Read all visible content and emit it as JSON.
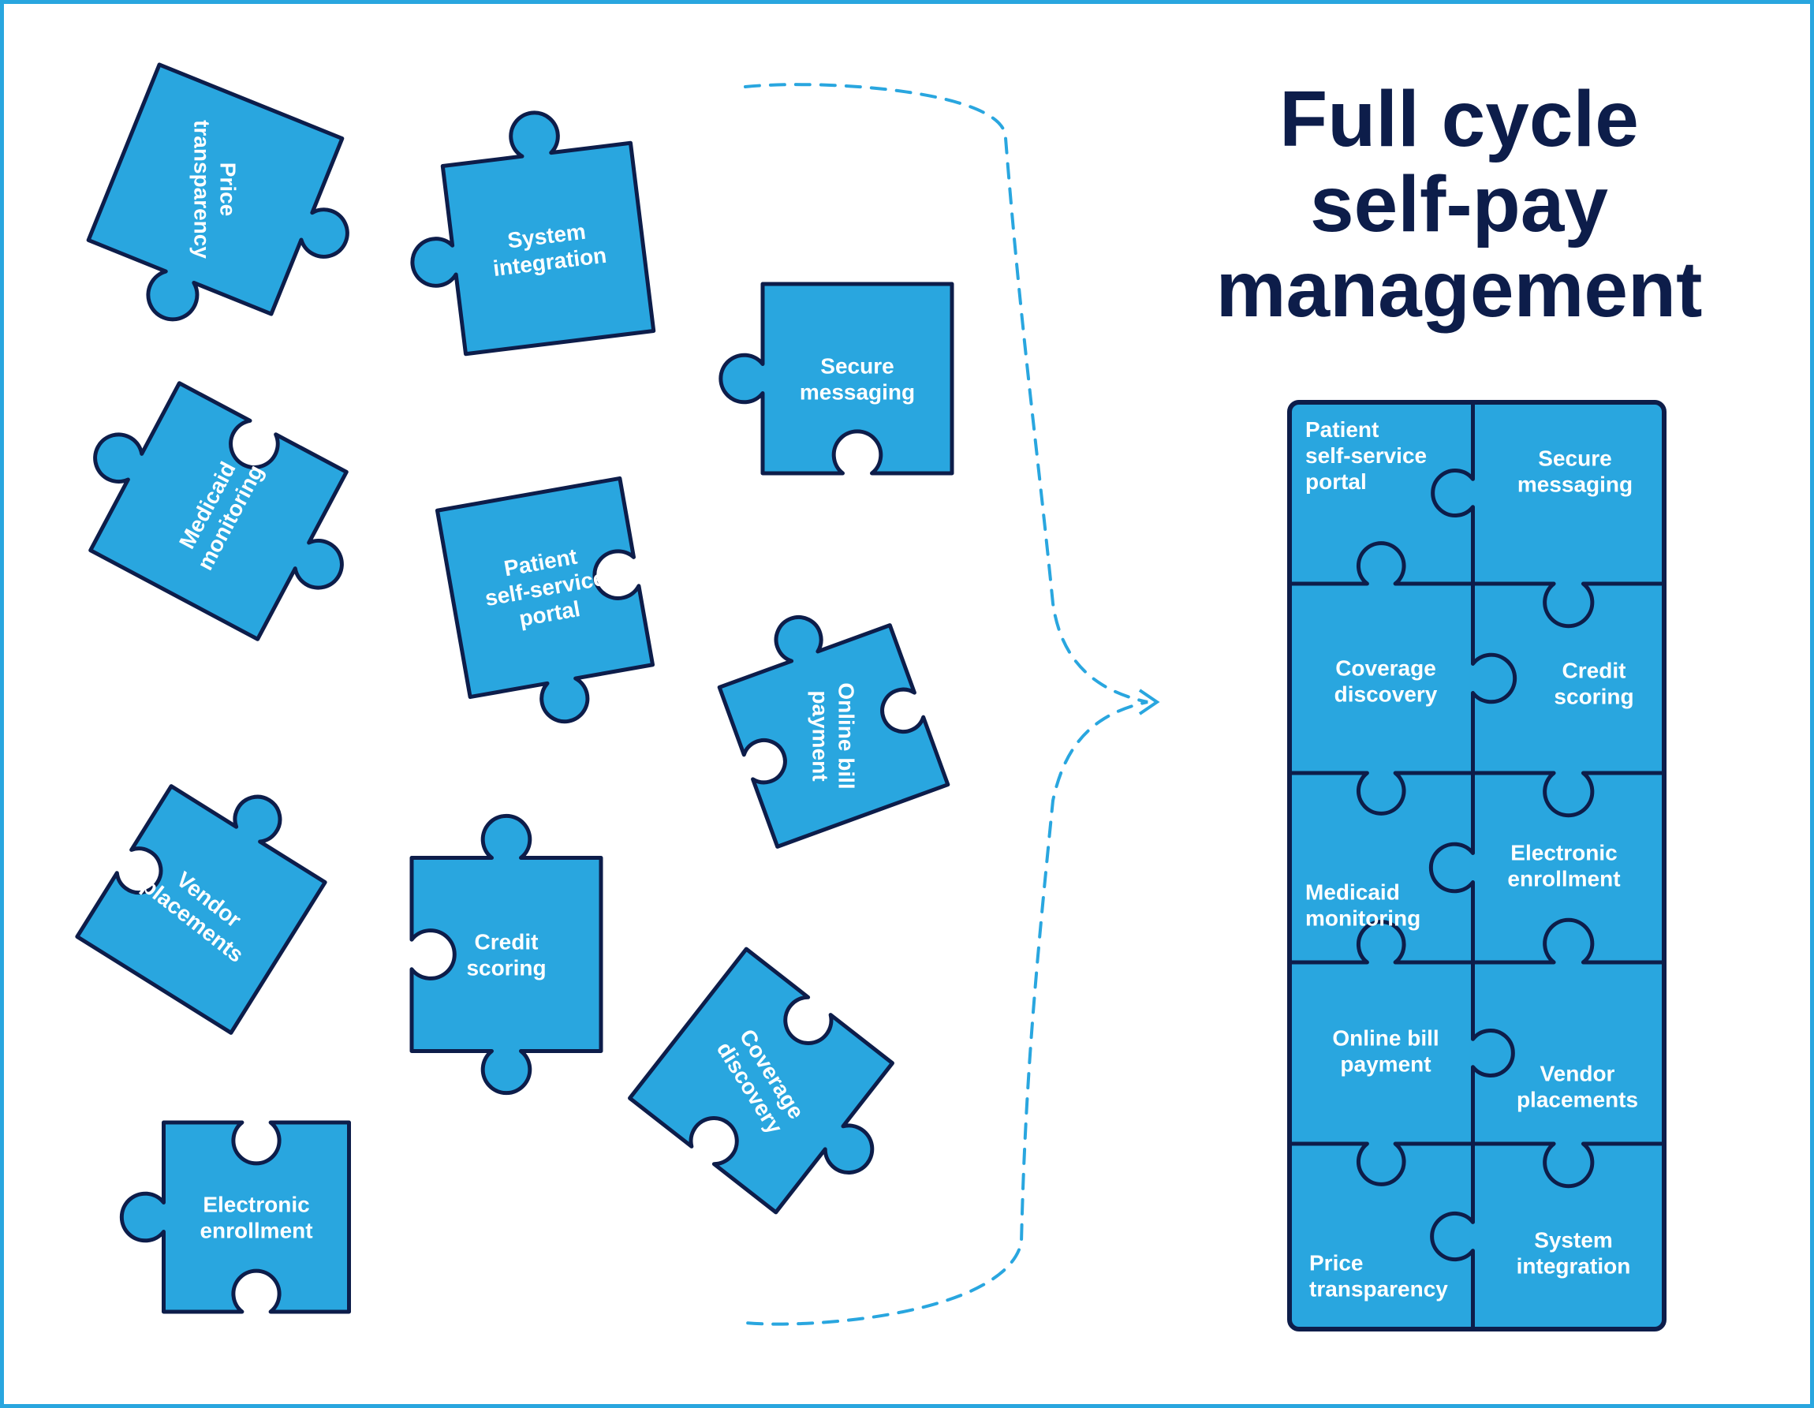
{
  "title": {
    "lines": [
      "Full cycle",
      "self-pay",
      "management"
    ]
  },
  "colors": {
    "piece_fill": "#29a6df",
    "piece_outline": "#0d1d4a",
    "title": "#0d1d4a",
    "brace": "#29a6df",
    "frame": "#29a6df"
  },
  "scattered_pieces": [
    {
      "id": "price-transparency",
      "lines": [
        "Price",
        "transparency"
      ]
    },
    {
      "id": "system-integration",
      "lines": [
        "System",
        "integration"
      ]
    },
    {
      "id": "secure-messaging",
      "lines": [
        "Secure",
        "messaging"
      ]
    },
    {
      "id": "medicaid-monitoring",
      "lines": [
        "Medicaid",
        "monitoring"
      ]
    },
    {
      "id": "patient-self-service-portal",
      "lines": [
        "Patient",
        "self-service",
        "portal"
      ]
    },
    {
      "id": "online-bill-payment",
      "lines": [
        "Online bill",
        "payment"
      ]
    },
    {
      "id": "vendor-placements",
      "lines": [
        "Vendor",
        "placements"
      ]
    },
    {
      "id": "credit-scoring",
      "lines": [
        "Credit",
        "scoring"
      ]
    },
    {
      "id": "coverage-discovery",
      "lines": [
        "Coverage",
        "discovery"
      ]
    },
    {
      "id": "electronic-enrollment",
      "lines": [
        "Electronic",
        "enrollment"
      ]
    }
  ],
  "assembled_pieces": [
    {
      "id": "patient-self-service-portal",
      "lines": [
        "Patient",
        "self-service",
        "portal"
      ]
    },
    {
      "id": "secure-messaging",
      "lines": [
        "Secure",
        "messaging"
      ]
    },
    {
      "id": "coverage-discovery",
      "lines": [
        "Coverage",
        "discovery"
      ]
    },
    {
      "id": "credit-scoring",
      "lines": [
        "Credit",
        "scoring"
      ]
    },
    {
      "id": "medicaid-monitoring",
      "lines": [
        "Medicaid",
        "monitoring"
      ]
    },
    {
      "id": "electronic-enrollment",
      "lines": [
        "Electronic",
        "enrollment"
      ]
    },
    {
      "id": "online-bill-payment",
      "lines": [
        "Online bill",
        "payment"
      ]
    },
    {
      "id": "vendor-placements",
      "lines": [
        "Vendor",
        "placements"
      ]
    },
    {
      "id": "price-transparency",
      "lines": [
        "Price",
        "transparency"
      ]
    },
    {
      "id": "system-integration",
      "lines": [
        "System",
        "integration"
      ]
    }
  ]
}
